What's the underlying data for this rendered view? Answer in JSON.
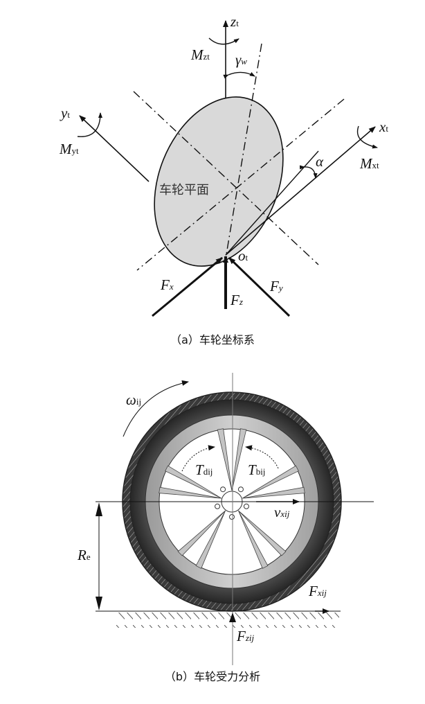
{
  "figure_a": {
    "caption": "（a）车轮坐标系",
    "plane_label": "车轮平面",
    "axes": {
      "z": "z",
      "z_sub": "t",
      "y": "y",
      "y_sub": "t",
      "x": "x",
      "x_sub": "t",
      "origin": "o",
      "origin_sub": "t"
    },
    "moments": {
      "Mz": "M",
      "Mz_sub": "zt",
      "My": "M",
      "My_sub": "yt",
      "Mx": "M",
      "Mx_sub": "xt"
    },
    "angles": {
      "camber": "γ",
      "camber_sub": "w",
      "slip": "α"
    },
    "forces": {
      "Fx": "F",
      "Fx_sub": "x",
      "Fy": "F",
      "Fy_sub": "y",
      "Fz": "F",
      "Fz_sub": "z"
    }
  },
  "figure_b": {
    "caption": "（b）车轮受力分析",
    "omega": "ω",
    "omega_sub": "ij",
    "Td": "T",
    "Td_sub": "dij",
    "Tb": "T",
    "Tb_sub": "bij",
    "v": "v",
    "v_sub": "xij",
    "Re": "R",
    "Re_sub": "e",
    "Fx": "F",
    "Fx_sub": "xij",
    "Fz": "F",
    "Fz_sub": "zij"
  },
  "colors": {
    "plane_fill": "#d9d9d9",
    "tire_dark": "#2e2e2e",
    "rim": "#b8b8b8"
  }
}
